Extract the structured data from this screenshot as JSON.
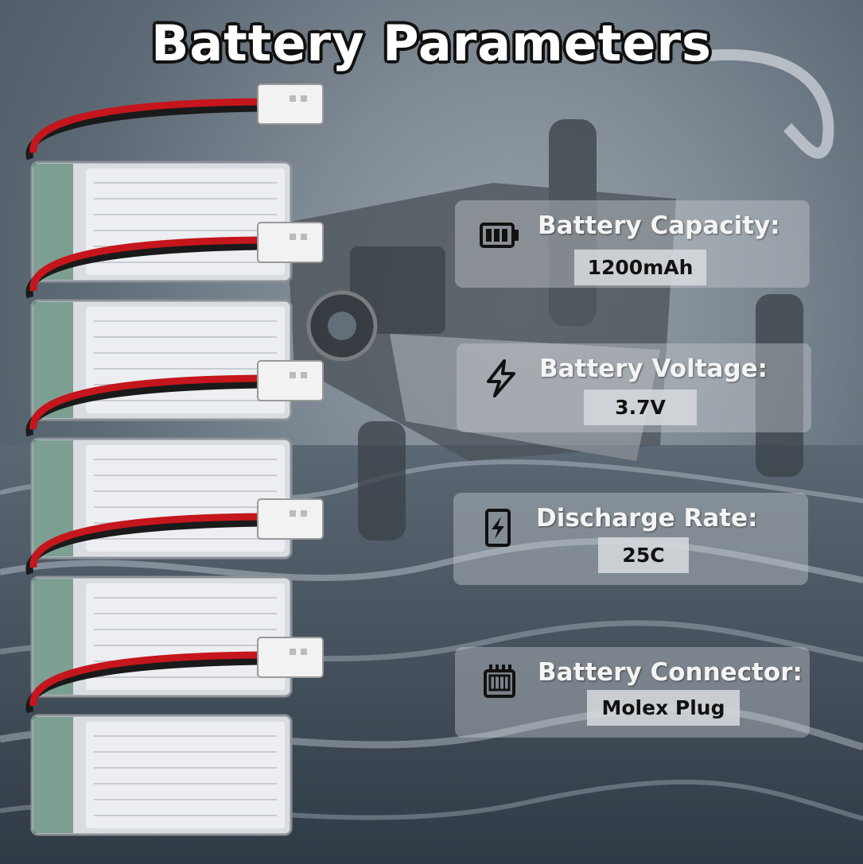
{
  "title": "Battery Parameters",
  "specs": [
    {
      "icon": "battery-icon",
      "label": "Battery Capacity:",
      "value": "1200mAh"
    },
    {
      "icon": "lightning-icon",
      "label": "Battery Voltage:",
      "value": "3.7V"
    },
    {
      "icon": "discharge-icon",
      "label": "Discharge Rate:",
      "value": "25C"
    },
    {
      "icon": "connector-icon",
      "label": "Battery Connector:",
      "value": "Molex Plug"
    }
  ],
  "battery_count": 5,
  "colors": {
    "wire_red": "#c4161c",
    "wire_black": "#1a1a1a",
    "cell": "#d9dde2",
    "band": "#2f6b50"
  }
}
